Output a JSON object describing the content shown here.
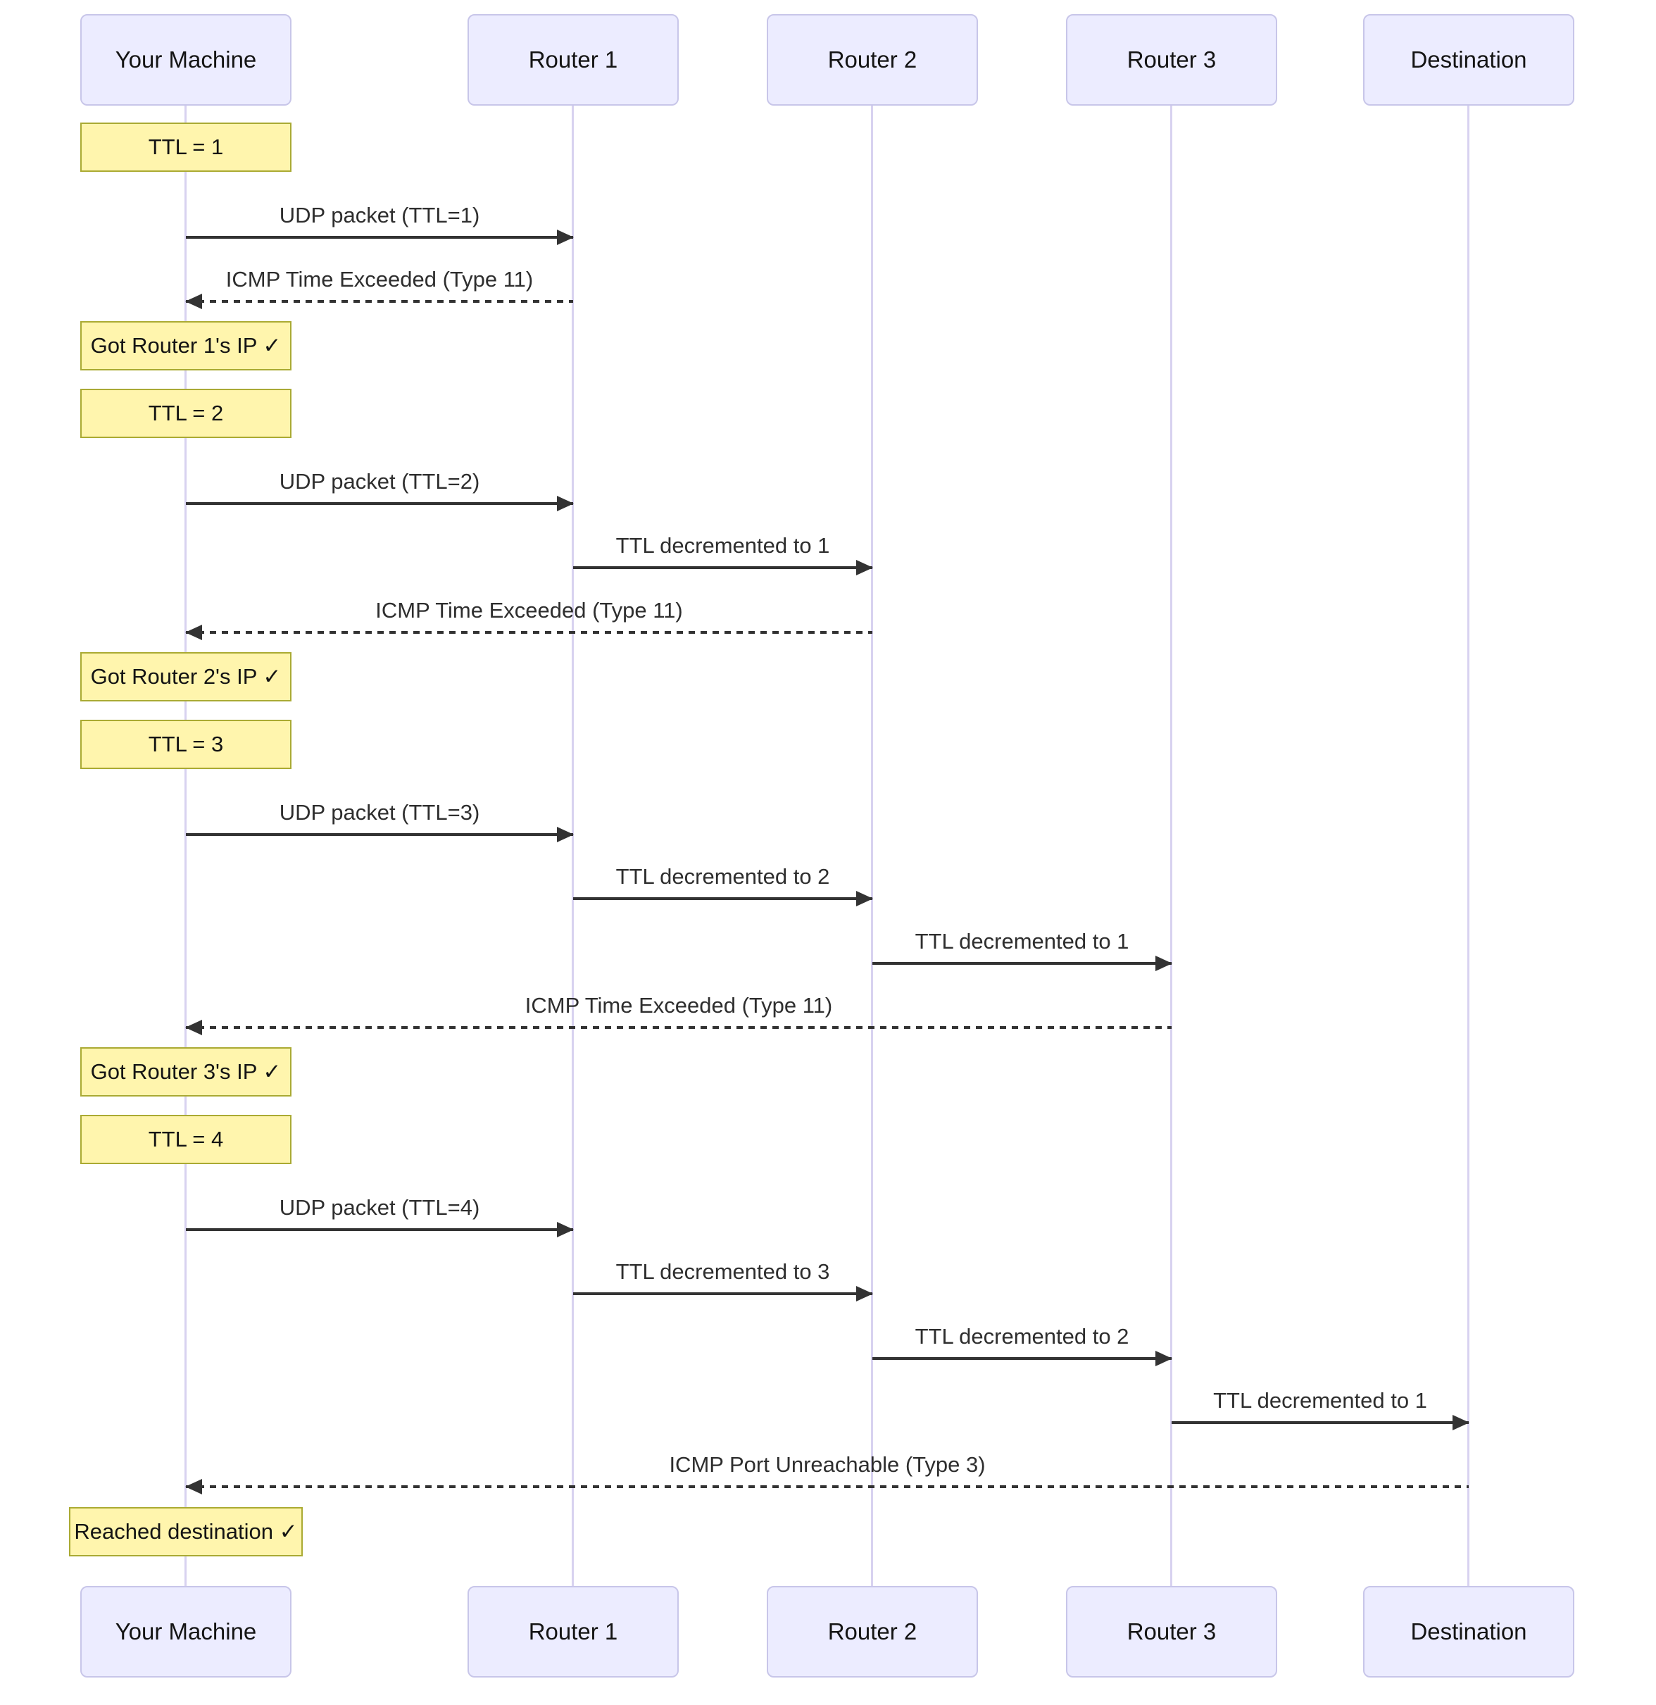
{
  "diagram": {
    "type": "sequence",
    "participants": [
      {
        "id": "your-machine",
        "label": "Your Machine"
      },
      {
        "id": "router-1",
        "label": "Router 1"
      },
      {
        "id": "router-2",
        "label": "Router 2"
      },
      {
        "id": "router-3",
        "label": "Router 3"
      },
      {
        "id": "destination",
        "label": "Destination"
      }
    ],
    "notes": [
      {
        "over": "Your Machine",
        "text": "TTL = 1"
      },
      {
        "over": "Your Machine",
        "text": "Got Router 1's IP ✓"
      },
      {
        "over": "Your Machine",
        "text": "TTL = 2"
      },
      {
        "over": "Your Machine",
        "text": "Got Router 2's IP ✓"
      },
      {
        "over": "Your Machine",
        "text": "TTL = 3"
      },
      {
        "over": "Your Machine",
        "text": "Got Router 3's IP ✓"
      },
      {
        "over": "Your Machine",
        "text": "TTL = 4"
      },
      {
        "over": "Your Machine",
        "text": "Reached destination ✓"
      }
    ],
    "messages": [
      {
        "from": "Your Machine",
        "to": "Router 1",
        "label": "UDP packet (TTL=1)",
        "style": "solid"
      },
      {
        "from": "Router 1",
        "to": "Your Machine",
        "label": "ICMP Time Exceeded (Type 11)",
        "style": "dashed"
      },
      {
        "from": "Your Machine",
        "to": "Router 1",
        "label": "UDP packet (TTL=2)",
        "style": "solid"
      },
      {
        "from": "Router 1",
        "to": "Router 2",
        "label": "TTL decremented to 1",
        "style": "solid"
      },
      {
        "from": "Router 2",
        "to": "Your Machine",
        "label": "ICMP Time Exceeded (Type 11)",
        "style": "dashed"
      },
      {
        "from": "Your Machine",
        "to": "Router 1",
        "label": "UDP packet (TTL=3)",
        "style": "solid"
      },
      {
        "from": "Router 1",
        "to": "Router 2",
        "label": "TTL decremented to 2",
        "style": "solid"
      },
      {
        "from": "Router 2",
        "to": "Router 3",
        "label": "TTL decremented to 1",
        "style": "solid"
      },
      {
        "from": "Router 3",
        "to": "Your Machine",
        "label": "ICMP Time Exceeded (Type 11)",
        "style": "dashed"
      },
      {
        "from": "Your Machine",
        "to": "Router 1",
        "label": "UDP packet (TTL=4)",
        "style": "solid"
      },
      {
        "from": "Router 1",
        "to": "Router 2",
        "label": "TTL decremented to 3",
        "style": "solid"
      },
      {
        "from": "Router 2",
        "to": "Router 3",
        "label": "TTL decremented to 2",
        "style": "solid"
      },
      {
        "from": "Router 3",
        "to": "Destination",
        "label": "TTL decremented to 1",
        "style": "solid"
      },
      {
        "from": "Destination",
        "to": "Your Machine",
        "label": "ICMP Port Unreachable (Type 3)",
        "style": "dashed"
      }
    ],
    "colors": {
      "actor_fill": "#ECECFF",
      "actor_border": "#c8c6e9",
      "lifeline": "#d8d2f0",
      "note_fill": "#FFF5AD",
      "note_border": "#AAAA33",
      "line": "#333333",
      "text": "#2e2e2e",
      "background": "#ffffff"
    }
  }
}
